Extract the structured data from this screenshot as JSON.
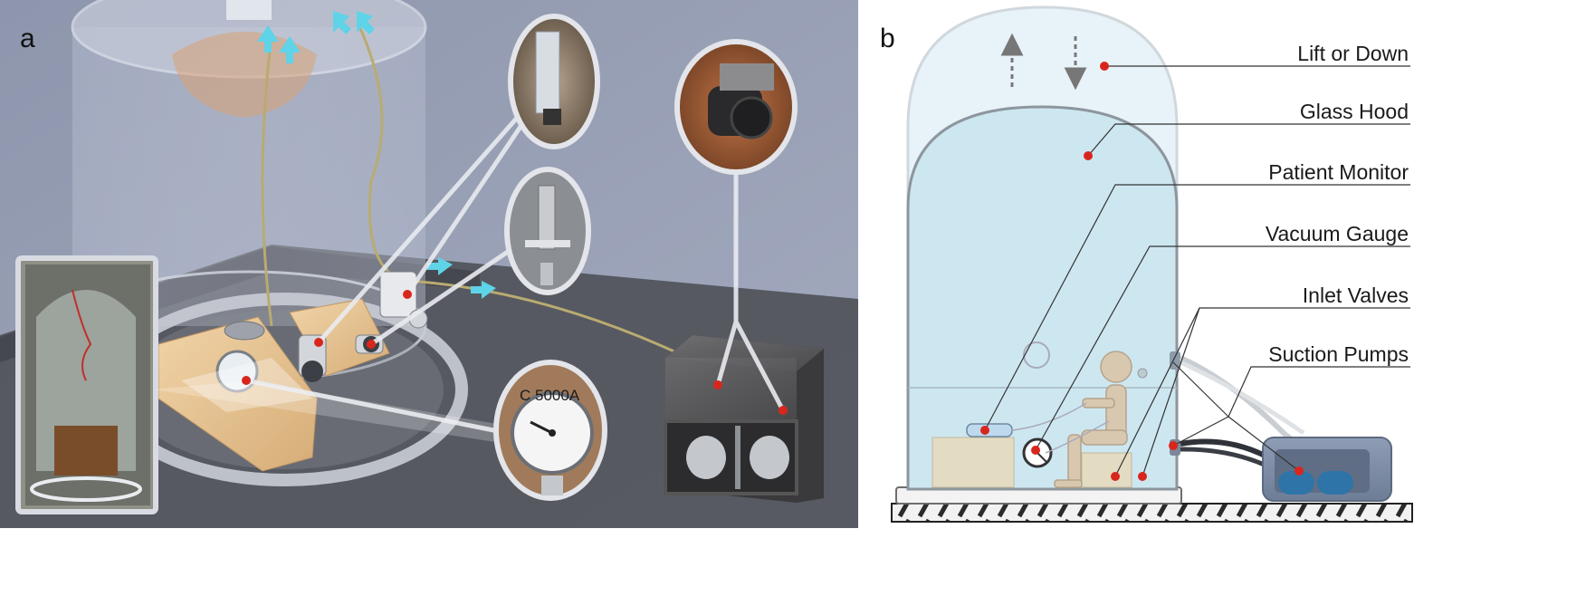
{
  "panels": {
    "a": {
      "label": "a"
    },
    "b": {
      "label": "b"
    }
  },
  "panel_a": {
    "gauge_text": "C 5000A"
  },
  "panel_b": {
    "callouts": [
      {
        "id": "lift-or-down",
        "label": "Lift or Down"
      },
      {
        "id": "glass-hood",
        "label": "Glass Hood"
      },
      {
        "id": "patient-monitor",
        "label": "Patient Monitor"
      },
      {
        "id": "vacuum-gauge",
        "label": "Vacuum Gauge"
      },
      {
        "id": "inlet-valves",
        "label": "Inlet Valves"
      },
      {
        "id": "suction-pumps",
        "label": "Suction Pumps"
      }
    ]
  },
  "colors": {
    "marker": "#d9261c",
    "leader": "#333333",
    "hood": "#dbeef6",
    "arrow": "#5fd3e8"
  }
}
